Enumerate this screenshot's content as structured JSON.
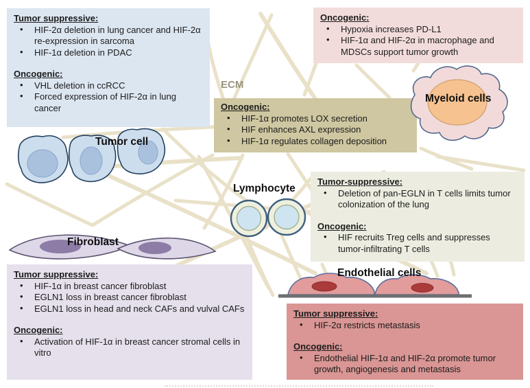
{
  "labels": {
    "ecm": "ECM",
    "tumor_cell": "Tumor cell",
    "myeloid_cells": "Myeloid cells",
    "lymphocyte": "Lymphocyte",
    "fibroblast": "Fibroblast",
    "endothelial_cells": "Endothelial cells"
  },
  "boxes": {
    "tumor": {
      "sections": [
        {
          "heading": "Tumor suppressive:",
          "items": [
            "HIF-2α deletion in lung cancer and HIF-2α re-expression in sarcoma",
            "HIF-1α deletion in PDAC"
          ]
        },
        {
          "heading": "Oncogenic:",
          "items": [
            "VHL deletion in ccRCC",
            "Forced expression of HIF-2α in lung cancer"
          ]
        }
      ]
    },
    "myeloid": {
      "sections": [
        {
          "heading": "Oncogenic:",
          "items": [
            "Hypoxia increases PD-L1",
            "HIF-1α and HIF-2α in macrophage and MDSCs support tumor growth"
          ]
        }
      ]
    },
    "ecm": {
      "sections": [
        {
          "heading": "Oncogenic:",
          "items": [
            "HIF-1α promotes LOX secretion",
            "HIF enhances AXL expression",
            "HIF-1α regulates collagen deposition"
          ]
        }
      ]
    },
    "lymphocyte": {
      "sections": [
        {
          "heading": "Tumor-suppressive:",
          "items": [
            "Deletion of pan-EGLN in T cells limits tumor colonization of the lung"
          ]
        },
        {
          "heading": "Oncogenic:",
          "items": [
            "HIF recruits Treg cells and suppresses tumor-infiltrating T cells"
          ]
        }
      ]
    },
    "fibroblast": {
      "sections": [
        {
          "heading": "Tumor suppressive:",
          "items": [
            "HIF-1α in breast cancer fibroblast",
            "EGLN1 loss in breast cancer fibroblast",
            "EGLN1 loss in head and neck CAFs and vulval CAFs"
          ]
        },
        {
          "heading": "Oncogenic:",
          "items": [
            "Activation of HIF-1α in breast cancer stromal cells in vitro"
          ]
        }
      ]
    },
    "endothelial": {
      "sections": [
        {
          "heading": "Tumor suppressive:",
          "items": [
            "HIF-2α restricts metastasis"
          ]
        },
        {
          "heading": "Oncogenic:",
          "items": [
            "Endothelial HIF-1α and HIF-2α promote tumor growth, angiogenesis and metastasis"
          ]
        }
      ]
    }
  },
  "colors": {
    "tumor_box_bg": "#dce6f1",
    "myeloid_box_bg": "#f2dcdb",
    "ecm_box_bg": "#cfc7a1",
    "lymphocyte_box_bg": "#ecede0",
    "fibroblast_box_bg": "#e5e0ec",
    "endothelial_box_bg": "#d99694",
    "ecm_fiber": "#e9e1c8",
    "tumor_cell_fill": "#ccdded",
    "myeloid_cell_fill": "#f2dada",
    "myeloid_nucleus": "#f6c28f",
    "lymphocyte_ring": "#eef0df",
    "lymphocyte_core": "#cfe4f1",
    "fibroblast_fill": "#ded7e8",
    "fibroblast_nucleus": "#8d7ca6",
    "endothelial_fill": "#e29c9c",
    "endothelial_nucleus": "#ab3a3a",
    "basement_line": "#6e6f72"
  }
}
